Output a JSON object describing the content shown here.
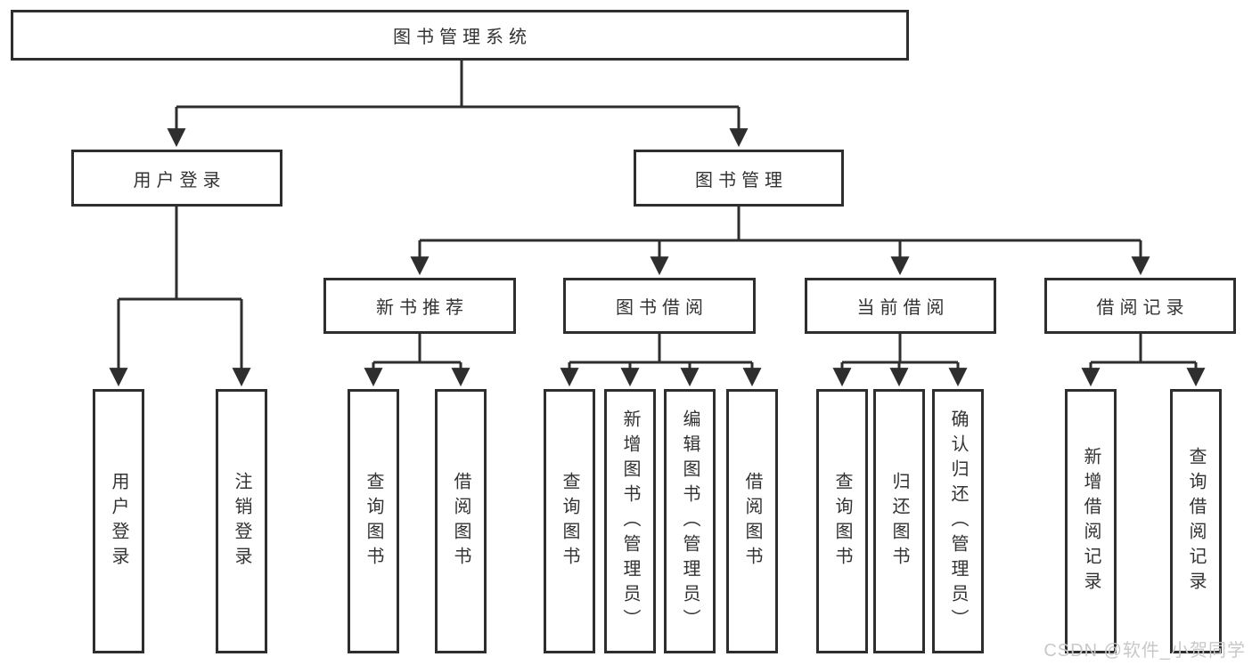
{
  "colors": {
    "line": "#2e2e2e",
    "box_border": "#2e2e2e",
    "text": "#333333",
    "watermark": "#c8c8c8",
    "background": "#ffffff"
  },
  "watermark": "CSDN @软件_小贺同学",
  "tree": {
    "label": "图书管理系统",
    "children": [
      {
        "label": "用户登录",
        "children": [
          {
            "label": "用户登录"
          },
          {
            "label": "注销登录"
          }
        ]
      },
      {
        "label": "图书管理",
        "children": [
          {
            "label": "新书推荐",
            "children": [
              {
                "label": "查询图书"
              },
              {
                "label": "借阅图书"
              }
            ]
          },
          {
            "label": "图书借阅",
            "children": [
              {
                "label": "查询图书"
              },
              {
                "label": "新增图书（管理员）"
              },
              {
                "label": "编辑图书（管理员）"
              },
              {
                "label": "借阅图书"
              }
            ]
          },
          {
            "label": "当前借阅",
            "children": [
              {
                "label": "查询图书"
              },
              {
                "label": "归还图书"
              },
              {
                "label": "确认归还（管理员）"
              }
            ]
          },
          {
            "label": "借阅记录",
            "children": [
              {
                "label": "新增借阅记录"
              },
              {
                "label": "查询借阅记录"
              }
            ]
          }
        ]
      }
    ]
  }
}
